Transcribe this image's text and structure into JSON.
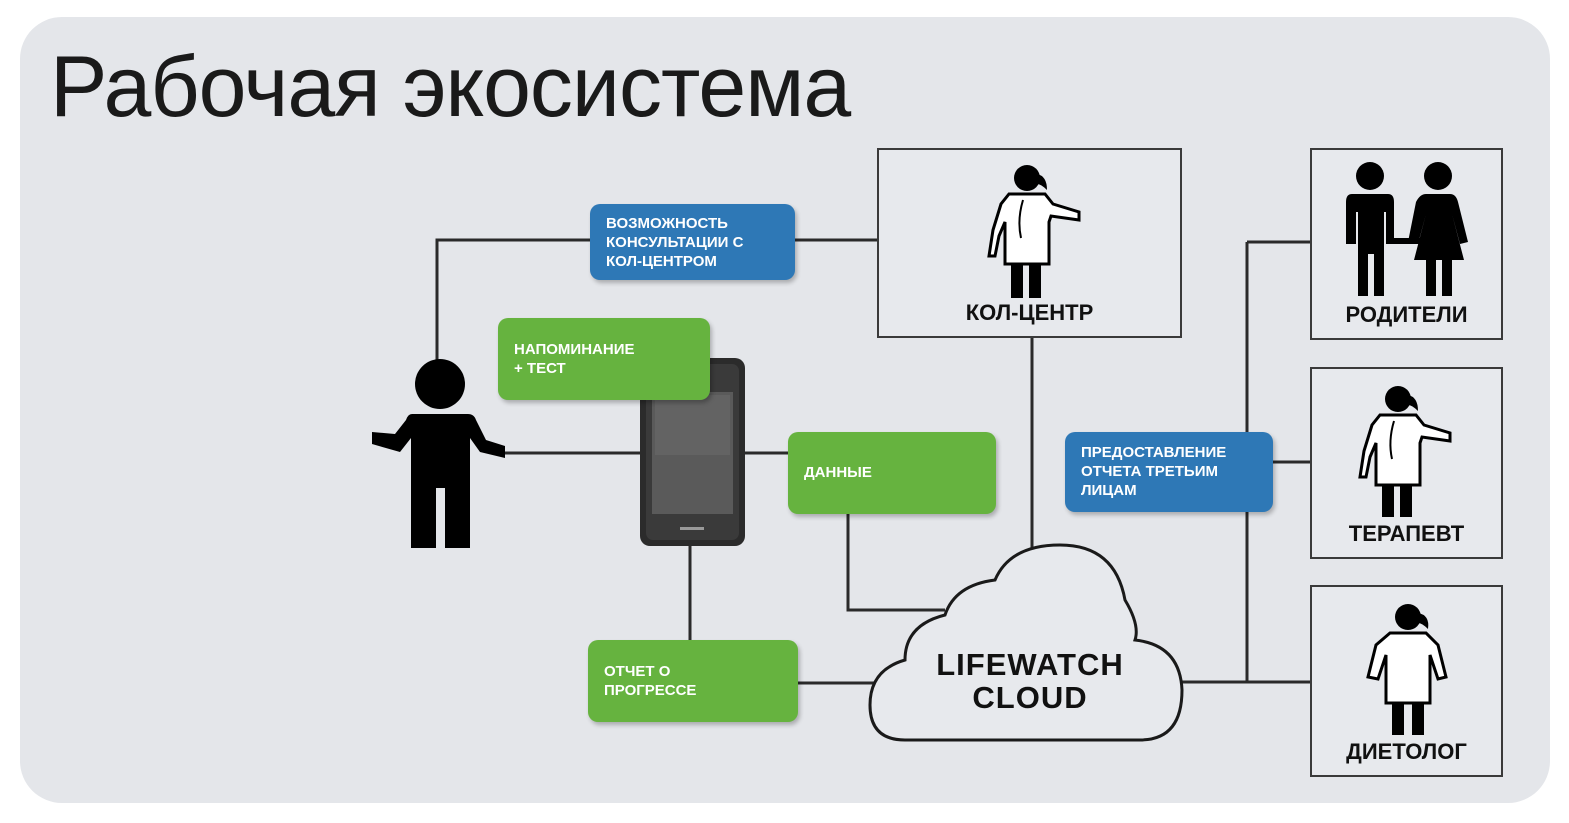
{
  "title": "Рабочая экосистема",
  "tags": {
    "consult": "Возможность\nконсультации с\nкол-центром",
    "reminder": "Напоминание\n+ тест",
    "data": "Данные",
    "progress": "Отчет о\nпрогрессе",
    "third_party": "Предоставление\nотчета третьим\nлицам"
  },
  "boxes": {
    "call_center": "Кол-центр",
    "parents": "Родители",
    "therapist": "Терапевт",
    "dietitian": "Диетолог"
  },
  "cloud": {
    "line1": "LIFEWATCH",
    "line2": "CLOUD"
  },
  "colors": {
    "blue": "#2e78b6",
    "green": "#66b33f",
    "background": "#e4e6ea"
  }
}
